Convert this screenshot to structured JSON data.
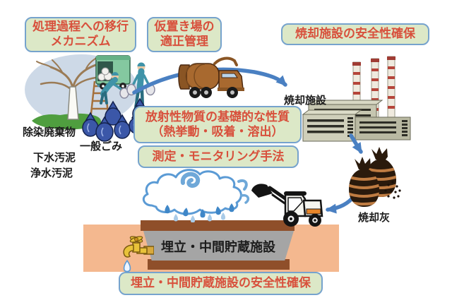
{
  "colors": {
    "box_fill": "#dce8c7",
    "box_border": "#76a3cd",
    "box_text": "#d8503c",
    "arrow": "#4a80c2",
    "label_text": "#1c1c1c",
    "ground": "#f4b88f",
    "soil_bar": "#8f4f2a",
    "pit_wall": "#a5a5a5"
  },
  "topic_boxes": [
    {
      "name": "transfer-mechanism",
      "lines": [
        "処理過程への移行",
        "メカニズム"
      ]
    },
    {
      "name": "temporary-storage-management",
      "lines": [
        "仮置き場の",
        "適正管理"
      ]
    },
    {
      "name": "incineration-facility-safety",
      "lines": [
        "焼却施設の安全性確保"
      ]
    },
    {
      "name": "radioactive-material-properties",
      "lines": [
        "放射性物質の基礎的な性質",
        "（熱挙動・吸着・溶出）"
      ]
    },
    {
      "name": "measurement-monitoring-methods",
      "lines": [
        "測定・モニタリング手法"
      ]
    },
    {
      "name": "landfill-interim-storage-safety",
      "lines": [
        "埋立・中間貯蔵施設の安全性確保"
      ]
    }
  ],
  "labels": {
    "decontamination_waste": "除染廃棄物",
    "general_waste": "一般ごみ",
    "sewage_sludge": "下水汚泥",
    "water_purification_sludge": "浄水汚泥",
    "incineration_facility": "焼却施設",
    "incineration_ash": "焼却灰",
    "landfill_interim_storage": "埋立・中間貯蔵施設"
  },
  "illustrations": [
    "tree-scene-icon",
    "green-garbage-truck-icon",
    "workers-icon",
    "blue-waste-bags-icon",
    "packer-truck-icon",
    "incineration-plant-icon",
    "ash-bags-icon",
    "rain-cloud-icon",
    "wheel-loader-icon",
    "faucet-icon",
    "landfill-pit-icon",
    "flow-arrow-icon"
  ]
}
